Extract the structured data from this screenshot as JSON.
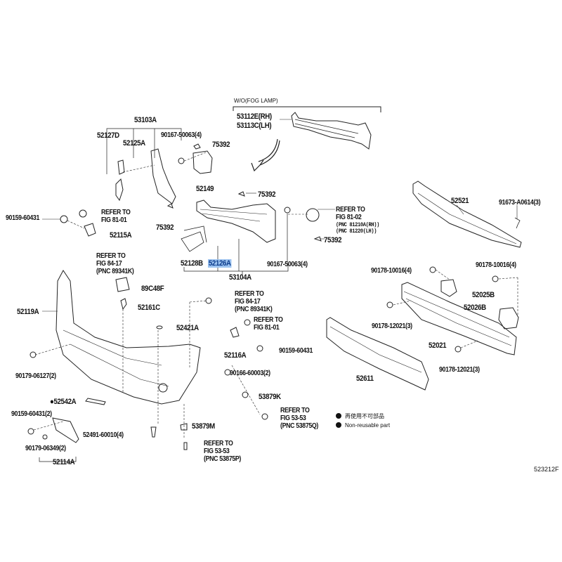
{
  "header": {
    "variant_note": "W/O(FOG LAMP)",
    "figure_code": "523212F"
  },
  "parts": {
    "p53112E": "53112E(RH)",
    "p53113C": "53113C(LH)",
    "p53103A": "53103A",
    "p52127D": "52127D",
    "p52125A": "52125A",
    "p90167a": "90167-50063(4)",
    "p75392a": "75392",
    "p52149": "52149",
    "p75392b": "75392",
    "p90159a": "90159-60431",
    "p52115A": "52115A",
    "p75392c": "75392",
    "p52521": "52521",
    "p91673": "91673-A0614(3)",
    "p75392d": "75392",
    "p52128B": "52128B",
    "p52126A": "52126A",
    "p90167b": "90167-50063(4)",
    "p53104A": "53104A",
    "p89C48F": "89C48F",
    "p52161C": "52161C",
    "p52119A": "52119A",
    "p52421A": "52421A",
    "p52116A": "52116A",
    "p90159b": "90159-60431",
    "p90166": "90166-60003(2)",
    "p90179a": "90179-06127(2)",
    "p53879K": "53879K",
    "p52542A": "●52542A",
    "p90159c": "90159-60431(2)",
    "p53879M": "53879M",
    "p52491": "52491-60010(4)",
    "p90179b": "90179-06349(2)",
    "p52114A": "52114A",
    "p90178a": "90178-10016(4)",
    "p90178b": "90178-10016(4)",
    "p52025B": "52025B",
    "p52026B": "52026B",
    "p90178c": "90178-12021(3)",
    "p52021": "52021",
    "p90178d": "90178-12021(3)",
    "p52611": "52611"
  },
  "refs": {
    "r1": "REFER TO\nFIG 81-01",
    "r2": "REFER TO\nFIG 81-02",
    "r2pnc": "(PNC 81210A(RH))\n(PNC 81220(LH))",
    "r3": "REFER TO\nFIG 84-17\n(PNC 89341K)",
    "r4": "REFER TO\nFIG 84-17\n(PNC 89341K)",
    "r5": "REFER TO\nFIG 81-01",
    "r6": "REFER TO\nFIG 53-53\n(PNC 53875Q)",
    "r7": "REFER TO\nFIG 53-53\n(PNC 53875P)"
  },
  "legend": {
    "jp": "再使用不可部品",
    "en": "Non-reusable part"
  }
}
